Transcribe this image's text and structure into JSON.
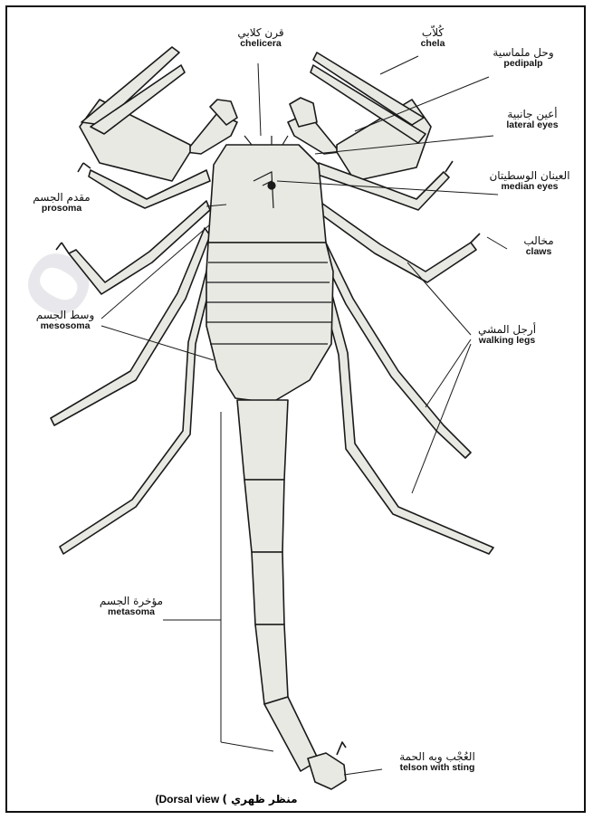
{
  "labels": {
    "chelicera": {
      "ar": "قرن كلابي",
      "en": "chelicera"
    },
    "chela": {
      "ar": "كُلاّب",
      "en": "chela"
    },
    "pedipalp": {
      "ar": "وحل ملماسية",
      "en": "pedipalp"
    },
    "lateral_eyes": {
      "ar": "أعين جانبية",
      "en": "lateral eyes"
    },
    "median_eyes": {
      "ar": "العينان الوسطيتان",
      "en": "median eyes"
    },
    "prosoma": {
      "ar": "مقدم الجسم",
      "en": "prosoma"
    },
    "claws": {
      "ar": "مخالب",
      "en": "claws"
    },
    "mesosoma": {
      "ar": "وسط الجسم",
      "en": "mesosoma"
    },
    "walking_legs": {
      "ar": "أرجل المشي",
      "en": "walking legs"
    },
    "metasoma": {
      "ar": "مؤخرة الجسم",
      "en": "metasoma"
    },
    "telson": {
      "ar": "العُجْب وبه الحمة",
      "en": "telson with sting"
    }
  },
  "caption": {
    "en": "(Dorsal view",
    "ar": "منظر ظهري )"
  },
  "colors": {
    "ink": "#1a1a1a",
    "fill": "#e9e9e4",
    "shade": "#bdbdb6"
  }
}
